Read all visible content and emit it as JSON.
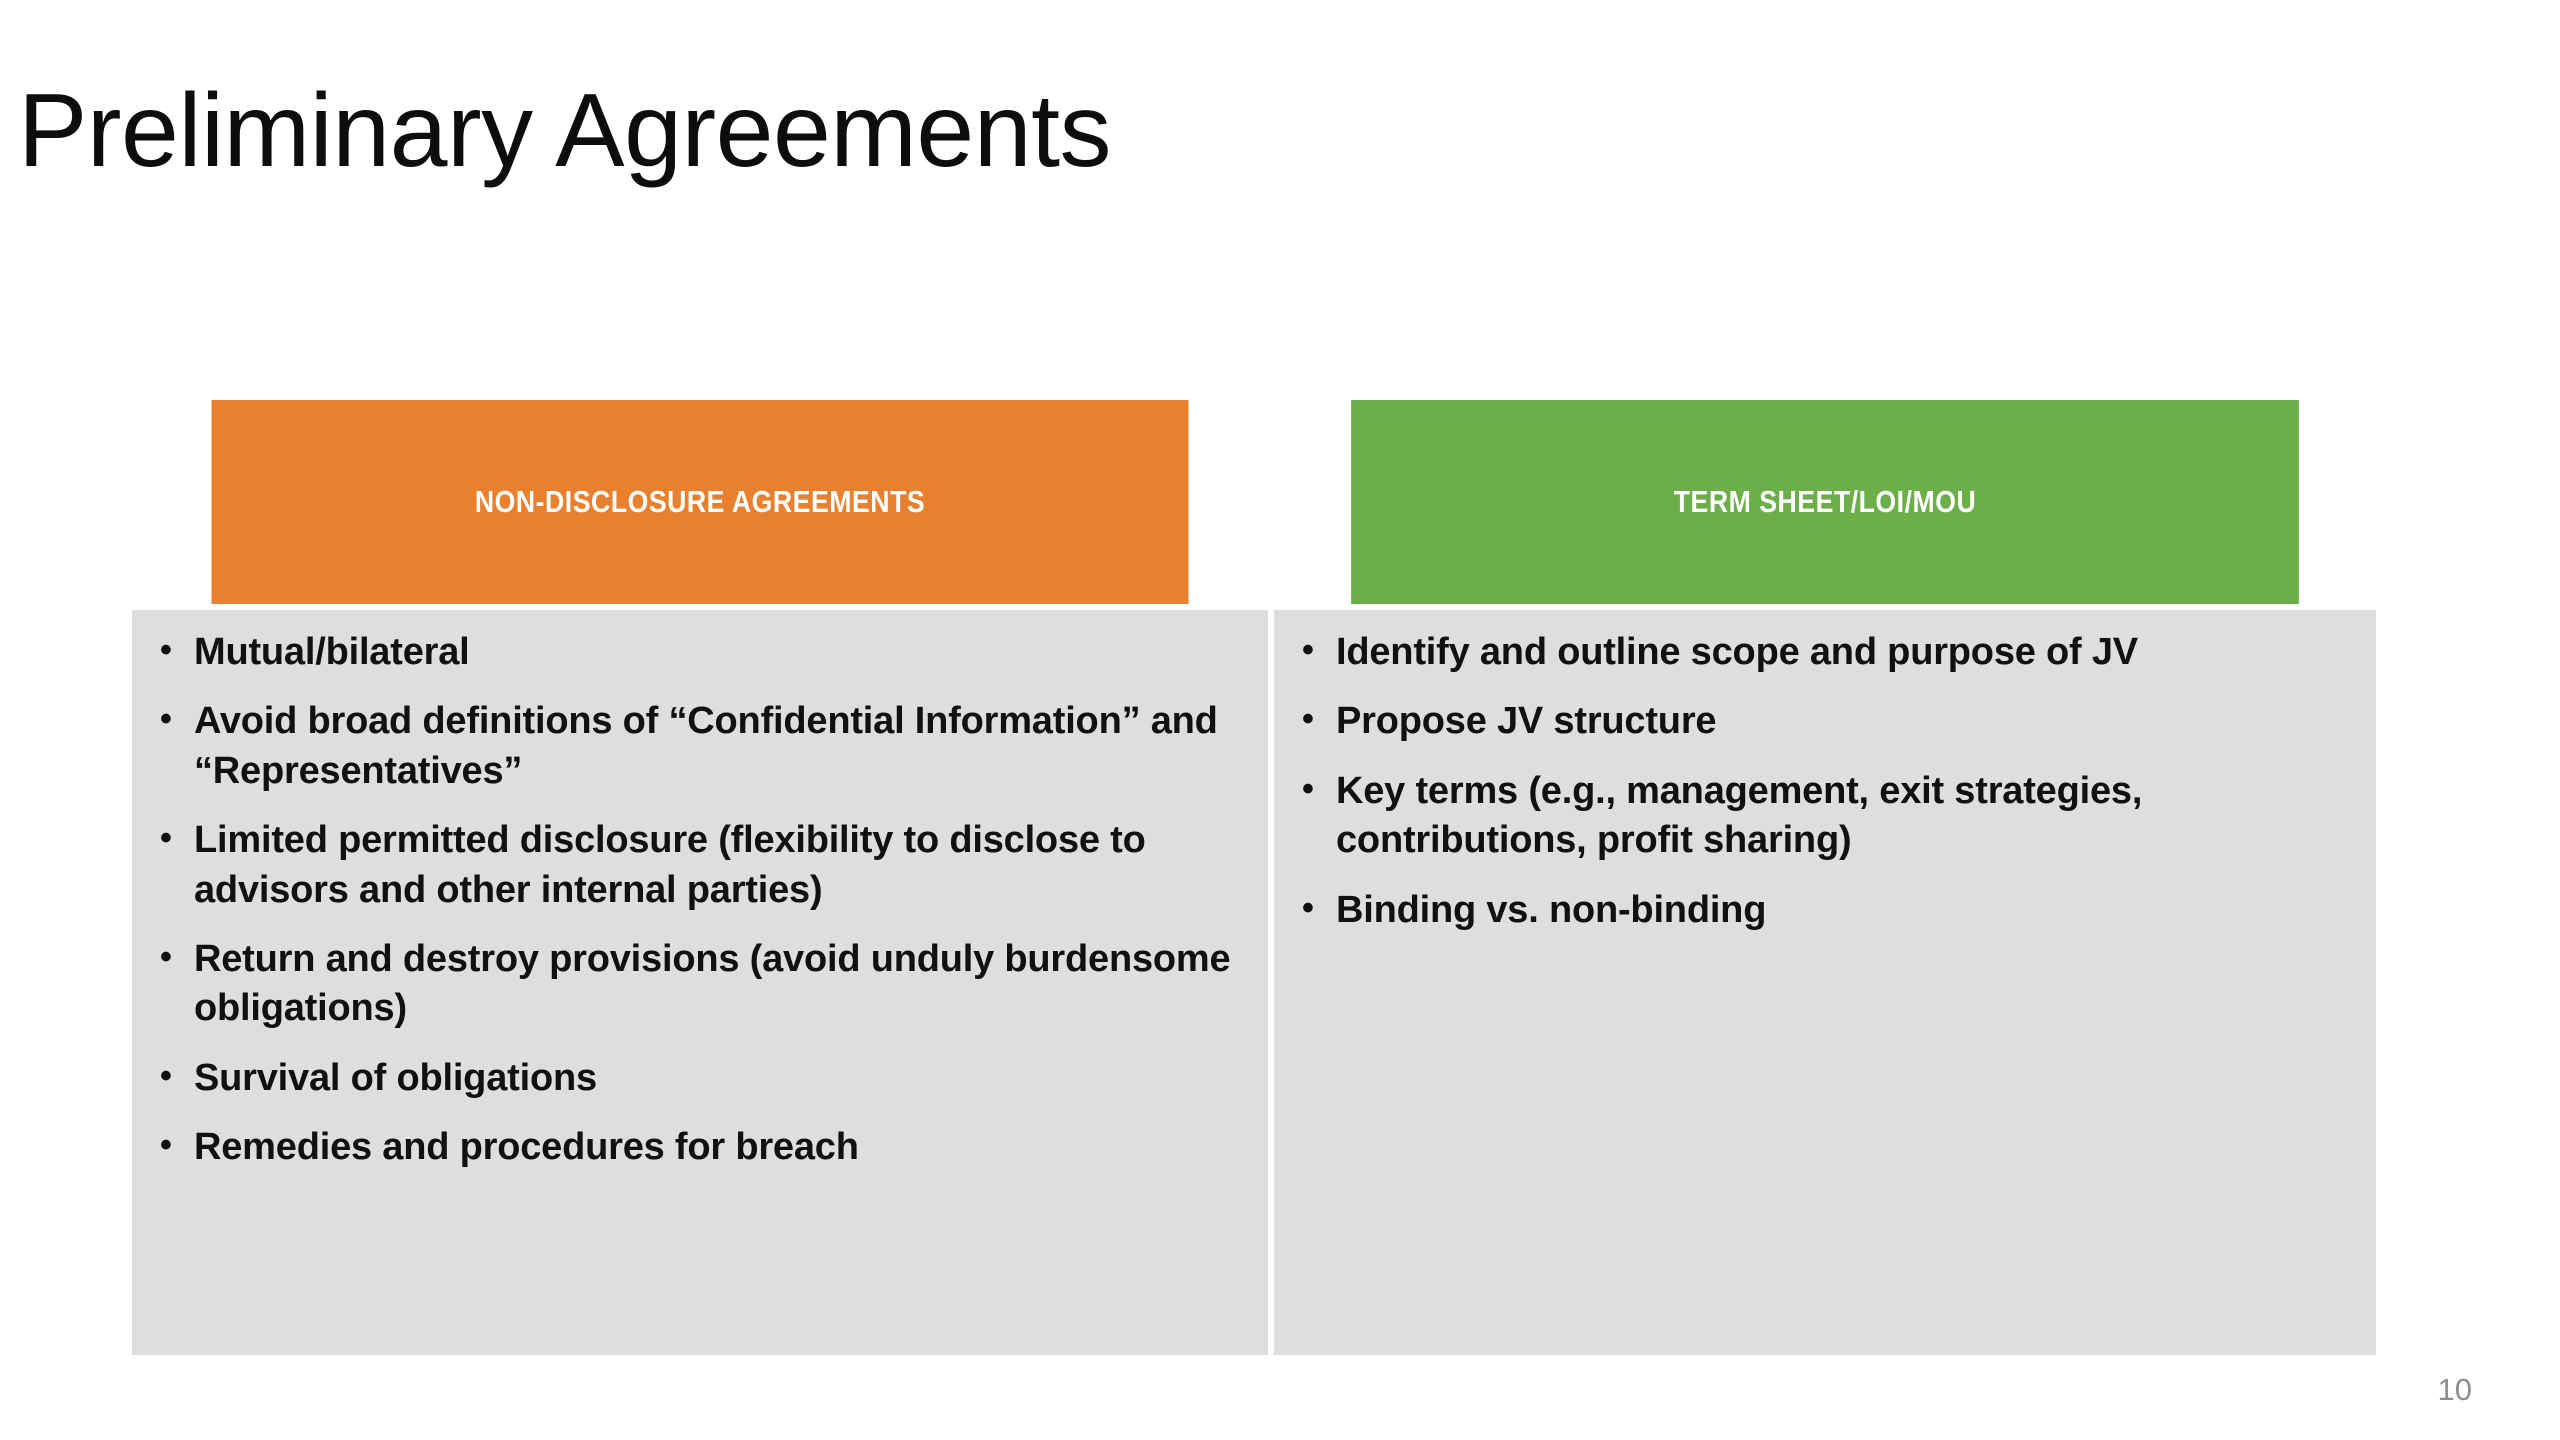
{
  "slide": {
    "title": "Preliminary Agreements",
    "page_number": "10",
    "title_color": "#0d0d0d",
    "page_number_color": "#8f8f8f",
    "background_color": "#ffffff"
  },
  "table": {
    "body_background": "#dedede",
    "columns": [
      {
        "key": "ndas",
        "header": "NON-DISCLOSURE AGREEMENTS",
        "header_background": "#e8802e",
        "header_text_color": "#ffffff",
        "bullets": [
          "Mutual/bilateral",
          "Avoid broad definitions of “Confidential Information” and “Representatives”",
          "Limited permitted disclosure (flexibility to disclose to advisors and other internal parties)",
          "Return and destroy provisions (avoid unduly burdensome obligations)",
          "Survival of obligations",
          "Remedies and procedures for breach"
        ]
      },
      {
        "key": "term_sheet",
        "header": "TERM SHEET/LOI/MOU",
        "header_background": "#6cae47",
        "header_text_color": "#ffffff",
        "bullets": [
          "Identify and outline scope and purpose of JV",
          "Propose JV structure",
          "Key terms (e.g., management, exit strategies, contributions, profit sharing)",
          "Binding vs. non-binding"
        ]
      }
    ]
  }
}
